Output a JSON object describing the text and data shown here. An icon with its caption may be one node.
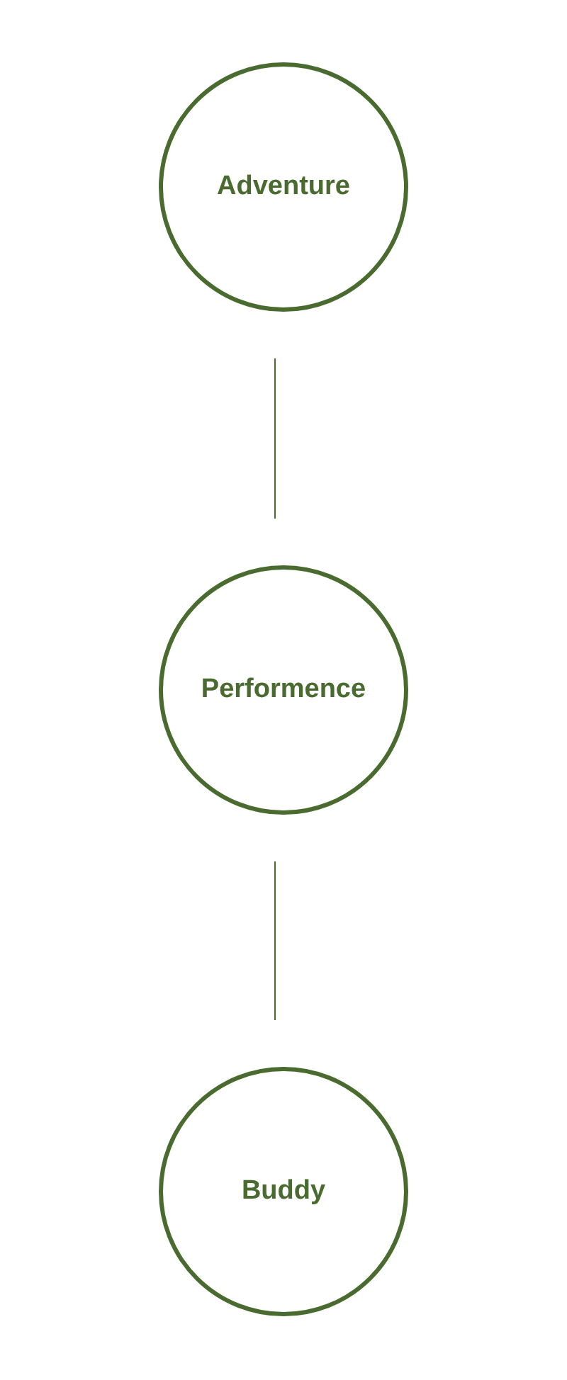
{
  "diagram": {
    "nodes": [
      {
        "text": [
          "Adventure"
        ]
      },
      {
        "text": [
          "Performence"
        ]
      },
      {
        "text": [
          "Buddy"
        ]
      }
    ],
    "edges": [
      {
        "from": 0,
        "to": 1,
        "arrow": "none"
      },
      {
        "from": 1,
        "to": 2,
        "arrow": "none"
      }
    ]
  }
}
